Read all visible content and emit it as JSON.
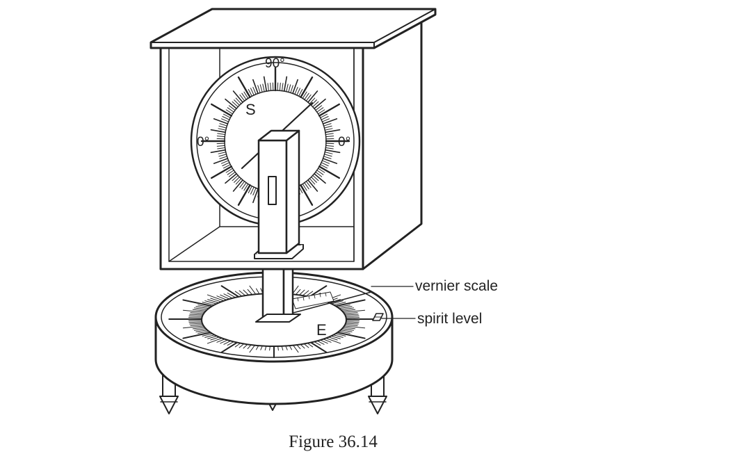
{
  "dial": {
    "top_label": "90°",
    "left_label": "0°",
    "right_label": "0°",
    "letter": "S"
  },
  "base": {
    "letter": "E"
  },
  "callouts": {
    "vernier": "vernier scale",
    "spirit": "spirit level"
  },
  "caption": "Figure 36.14",
  "colors": {
    "stroke": "#222222",
    "background": "#ffffff"
  }
}
